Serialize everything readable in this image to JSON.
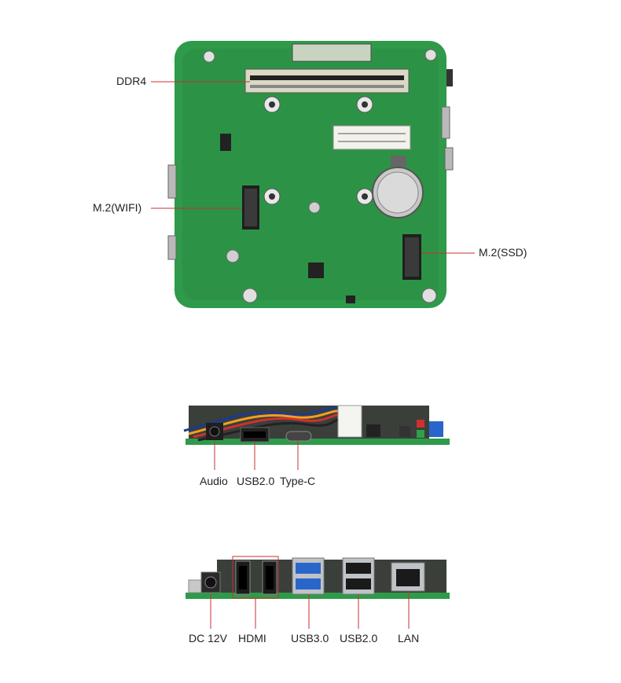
{
  "top_board": {
    "callouts": {
      "ddr4": "DDR4",
      "m2_wifi": "M.2(WIFI)",
      "m2_ssd": "M.2(SSD)"
    }
  },
  "front_panel": {
    "ports": [
      "Audio",
      "USB2.0",
      "Type-C"
    ]
  },
  "rear_panel": {
    "ports": [
      "DC 12V",
      "HDMI",
      "USB3.0",
      "USB2.0",
      "LAN"
    ]
  },
  "colors": {
    "pcb_green": "#2f9a4a",
    "pcb_dark": "#1f7a36",
    "heatsink": "#3a3f3a",
    "usb3_blue": "#2a66c9",
    "highlight_red": "#c9302c"
  }
}
